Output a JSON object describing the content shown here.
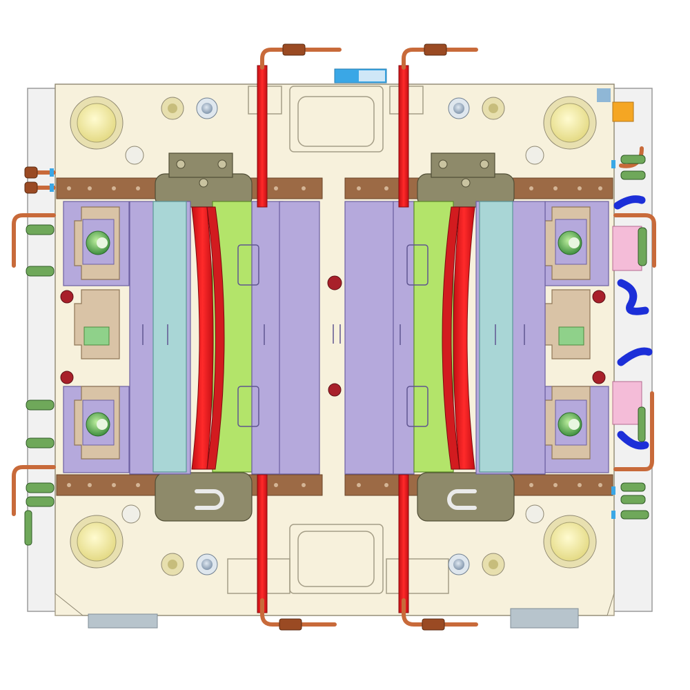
{
  "diagram": {
    "kind": "injection-mold-layout-top-view",
    "colors": {
      "background": "#ffffff",
      "plate": "#f7f1dc",
      "plate_edge": "#b9b29a",
      "outer_frame": "#ededed",
      "rail_brown": "#9c6a45",
      "block_olive": "#8e8a6a",
      "slide_lavender": "#b5a9dc",
      "slide_teal": "#a9d6d6",
      "insert_green": "#b3e46a",
      "cooling_red": "#e8141c",
      "hose_copper": "#c86a3a",
      "hose_blue": "#1c2fd8",
      "connector_green": "#6fa85a",
      "pad_pink": "#f4bcd8",
      "pin_yellow": "#f3eca8",
      "bolt_blue": "#9fb1c6",
      "accent_orange": "#f5a623",
      "accent_blue": "#3aa7e6",
      "foot_grey": "#b7c4cc",
      "lock_tan": "#d9c3a6",
      "stud_dark_red": "#a8202a"
    },
    "halves": [
      {
        "side": "left",
        "red_cooling_line_count": 2,
        "lock_blocks": 3
      },
      {
        "side": "right",
        "red_cooling_line_count": 2,
        "lock_blocks": 3
      }
    ],
    "icons": [
      "leader-pin-icon",
      "bolt-icon",
      "water-fitting-icon",
      "hose-icon",
      "lifting-handle-icon"
    ]
  }
}
